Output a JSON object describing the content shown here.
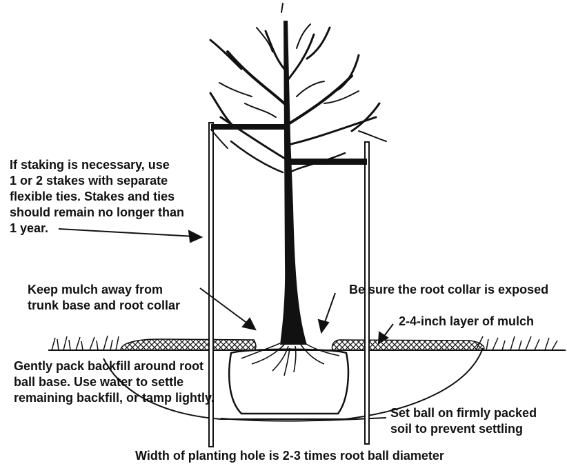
{
  "labels": {
    "staking": [
      "If staking is necessary, use",
      "1 or 2 stakes with separate",
      "flexible ties. Stakes and ties",
      "should remain no longer than",
      "1 year."
    ],
    "mulch_away": [
      "Keep mulch away from",
      "trunk base and root collar"
    ],
    "root_collar": "Be sure the root collar is exposed",
    "mulch_layer": "2-4-inch layer of mulch",
    "backfill": [
      "Gently pack backfill around root",
      "ball base. Use water to settle",
      "remaining backfill, or tamp lightly."
    ],
    "set_ball": [
      "Set ball on firmly packed",
      "soil to prevent settling"
    ],
    "hole_width": "Width of planting hole is 2-3 times root ball diameter"
  },
  "colors": {
    "ink": "#111111",
    "background": "#ffffff"
  }
}
